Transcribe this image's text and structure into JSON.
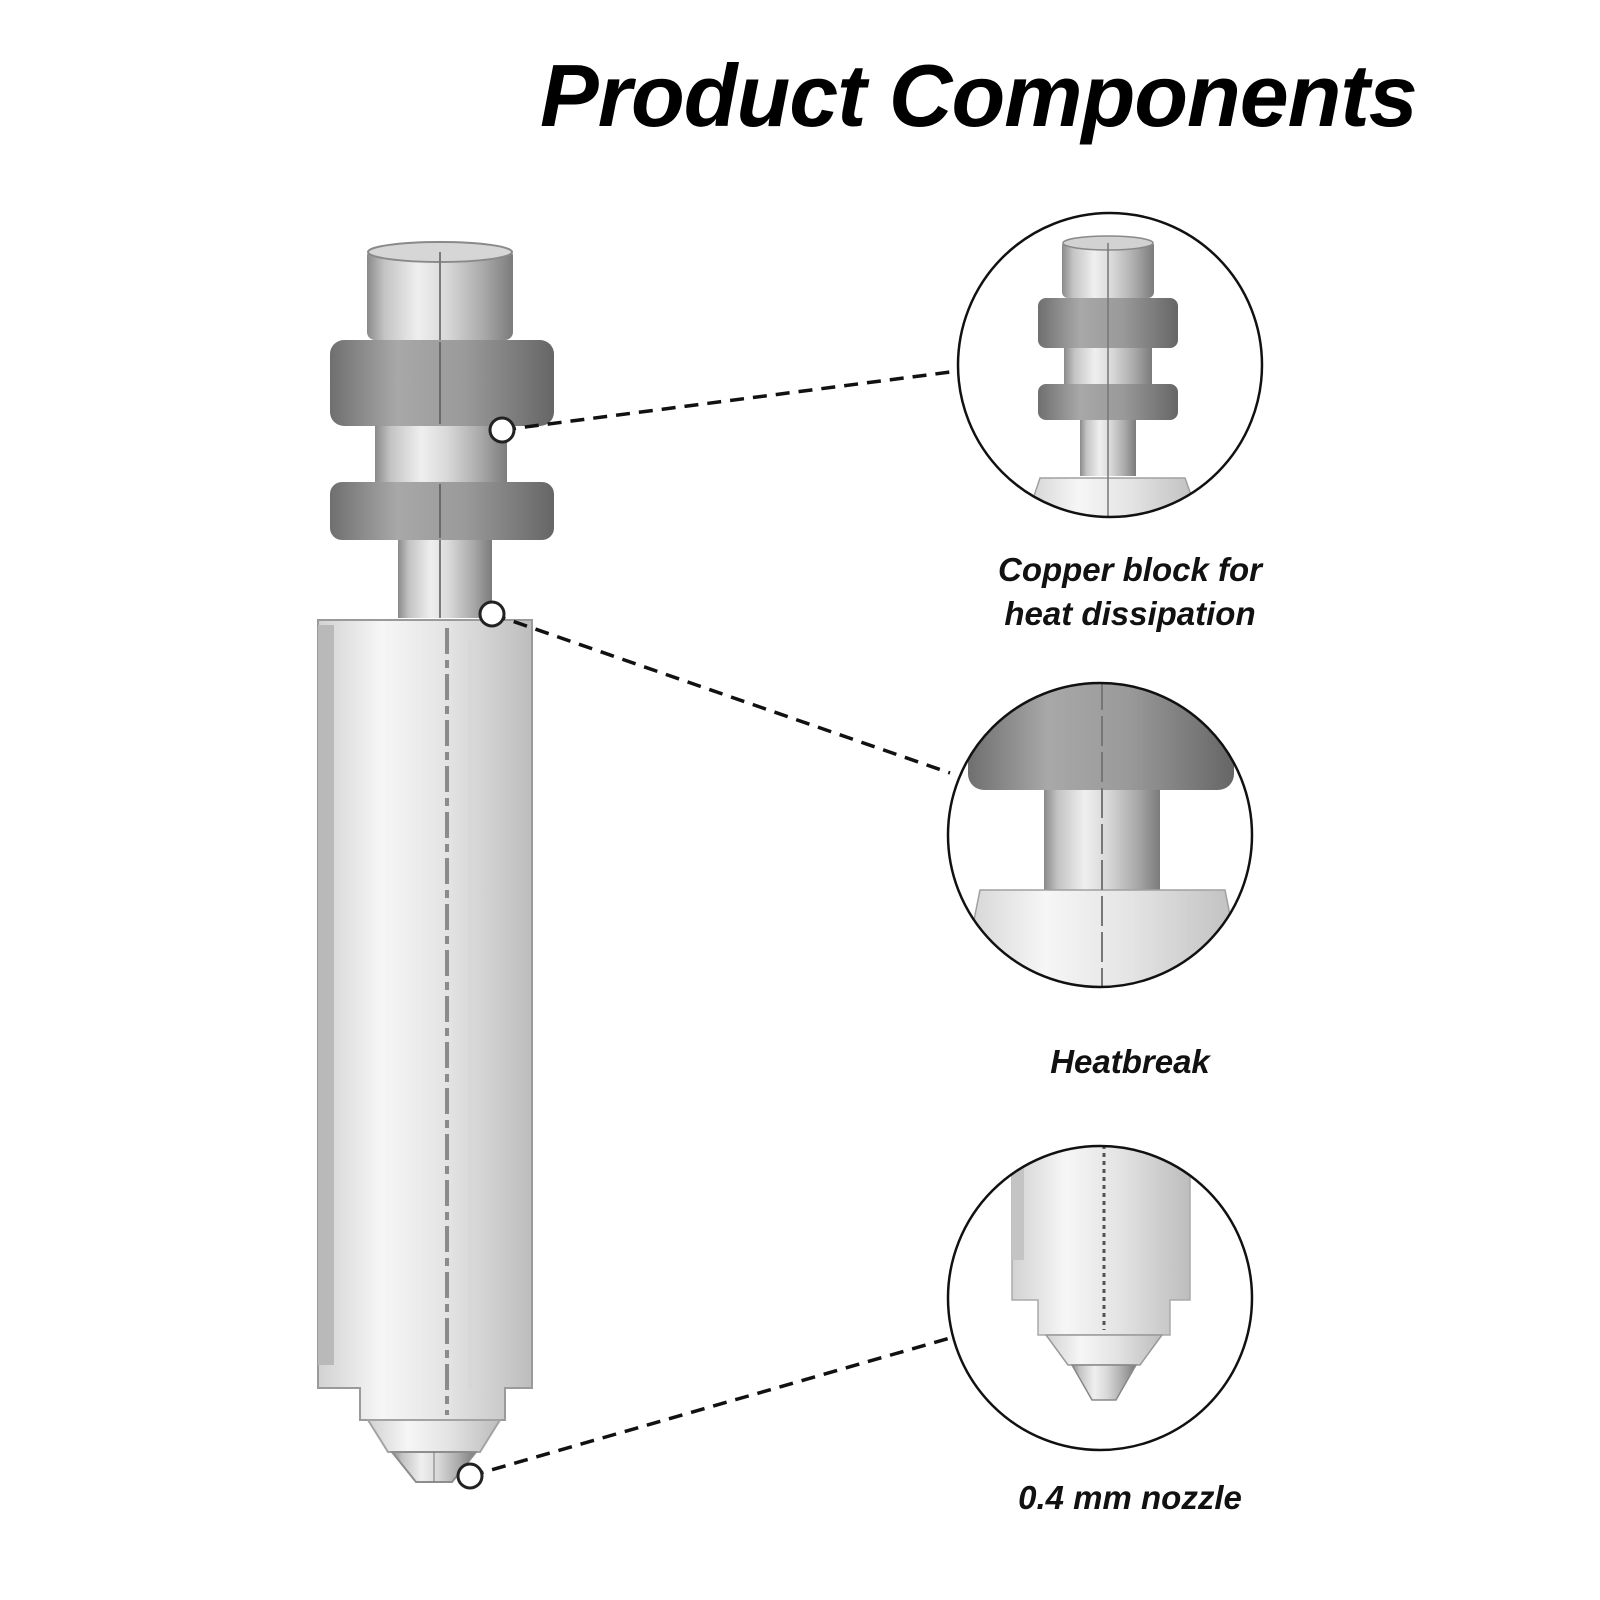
{
  "title": "Product Components",
  "callouts": [
    {
      "id": "copper",
      "lines": [
        "Copper block for",
        "heat dissipation"
      ]
    },
    {
      "id": "heatbreak",
      "lines": [
        "Heatbreak"
      ]
    },
    {
      "id": "nozzle",
      "lines": [
        "0.4 mm nozzle"
      ]
    }
  ],
  "colors": {
    "metal_light": "#eeeeee",
    "metal_mid": "#c9c9c9",
    "metal_dark": "#8d8d8d",
    "metal_edge": "#6e6e6e",
    "line": "#111111"
  }
}
